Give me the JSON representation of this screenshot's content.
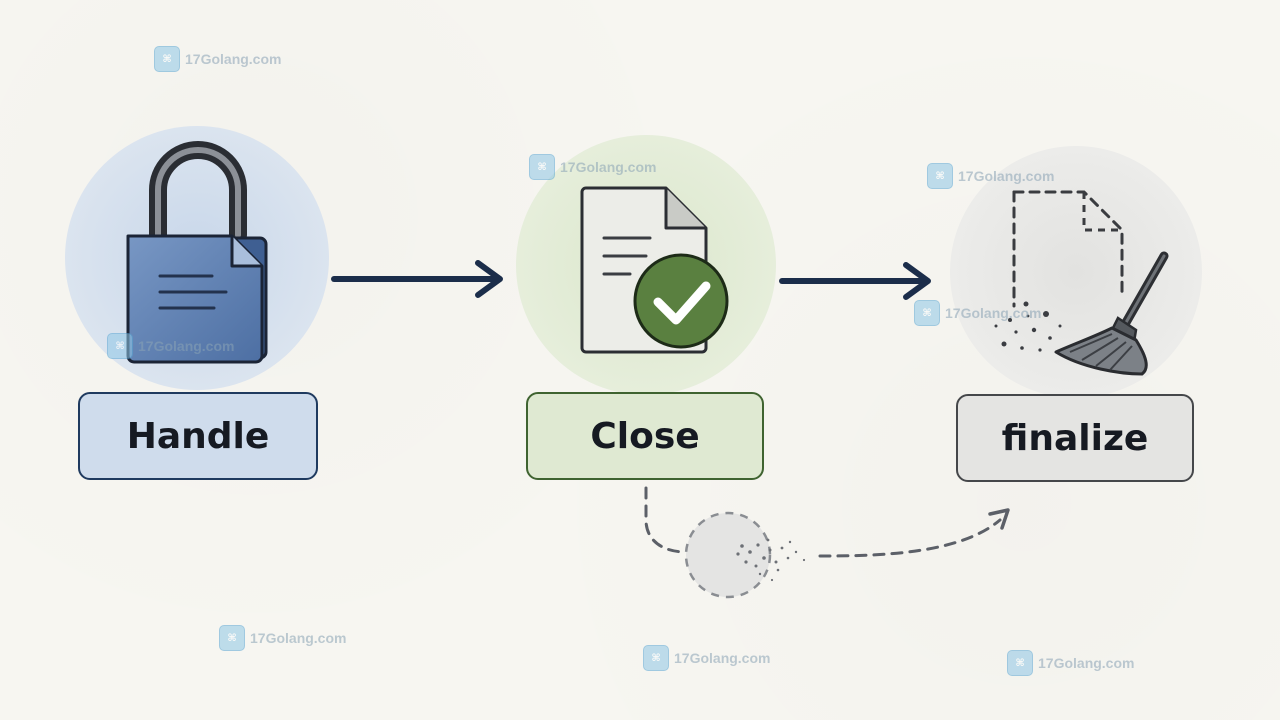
{
  "steps": [
    {
      "label": "Handle",
      "icon": "padlock-document-icon",
      "color": "#cfdcec"
    },
    {
      "label": "Close",
      "icon": "document-checkmark-icon",
      "color": "#dfe9d2"
    },
    {
      "label": "finalize",
      "icon": "broom-sweeping-document-icon",
      "color": "#e4e4e2"
    }
  ],
  "watermark": {
    "text": "17Golang.com",
    "logo_glyph": "⌘"
  },
  "colors": {
    "arrow": "#1b2d4a",
    "handle_border": "#1f3a5f",
    "close_border": "#3f6330",
    "finalize_border": "#45474a",
    "check_green": "#5a8040"
  }
}
